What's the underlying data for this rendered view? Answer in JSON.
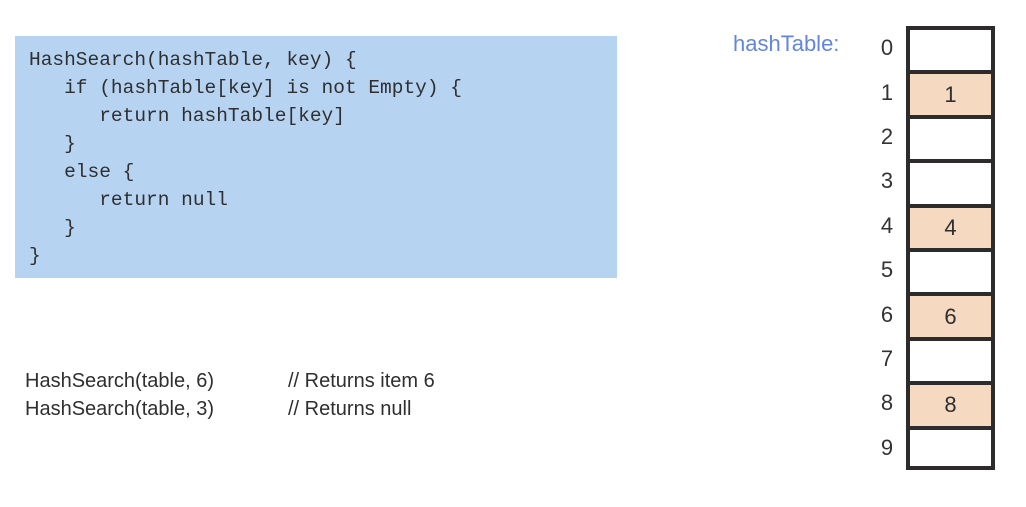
{
  "code_block": {
    "language": "pseudocode",
    "background_color": "#b7d3f2",
    "text": "HashSearch(hashTable, key) {\n   if (hashTable[key] is not Empty) {\n      return hashTable[key]\n   }\n   else {\n      return null\n   }\n}"
  },
  "examples": [
    {
      "call": "HashSearch(table, 6)",
      "comment": "// Returns item 6"
    },
    {
      "call": "HashSearch(table, 3)",
      "comment": "// Returns null"
    }
  ],
  "hash_table": {
    "label": "hashTable:",
    "label_color": "#6385e0",
    "filled_color": "#f5d9c1",
    "empty_color": "#ffffff",
    "border_color": "#2e2b2c",
    "rows": [
      {
        "index": "0",
        "value": "",
        "filled": false
      },
      {
        "index": "1",
        "value": "1",
        "filled": true
      },
      {
        "index": "2",
        "value": "",
        "filled": false
      },
      {
        "index": "3",
        "value": "",
        "filled": false
      },
      {
        "index": "4",
        "value": "4",
        "filled": true
      },
      {
        "index": "5",
        "value": "",
        "filled": false
      },
      {
        "index": "6",
        "value": "6",
        "filled": true
      },
      {
        "index": "7",
        "value": "",
        "filled": false
      },
      {
        "index": "8",
        "value": "8",
        "filled": true
      },
      {
        "index": "9",
        "value": "",
        "filled": false
      }
    ]
  }
}
